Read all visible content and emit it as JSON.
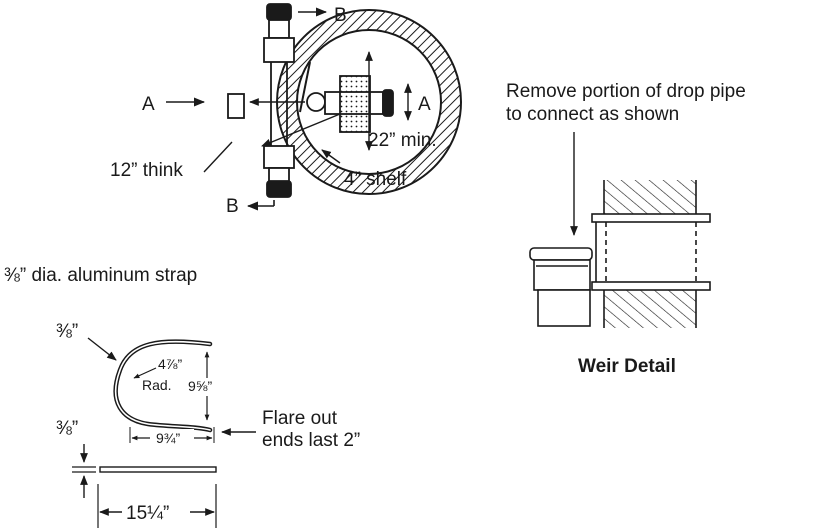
{
  "plan_view": {
    "label_a_left": "A",
    "label_a_right": "A",
    "label_b_top": "B",
    "label_b_bottom": "B",
    "wall_thickness": "12” think",
    "shelf": "4” shelf",
    "min_distance": "22” min."
  },
  "strap": {
    "title": "⅜” dia. aluminum strap",
    "thickness_top": "⅜”",
    "radius_value": "4⅞”",
    "radius_unit": "Rad.",
    "height": "9⅝”",
    "width_inner": "9¾”",
    "flare_note_line1": "Flare out",
    "flare_note_line2": "ends last 2”",
    "thickness_side": "⅜”",
    "length": "15¼”"
  },
  "weir": {
    "note_line1": "Remove portion of drop pipe",
    "note_line2": "to connect as shown",
    "title": "Weir Detail"
  },
  "colors": {
    "ink": "#1a1a1a"
  }
}
